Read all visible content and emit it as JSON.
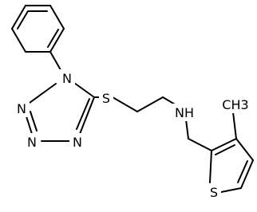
{
  "atom_labels": {
    "n1": "N",
    "n2": "N",
    "n3": "N",
    "n4": "N",
    "s_thioether": "S",
    "nh": "NH",
    "s_thiophene": "S",
    "methyl": "CH3"
  },
  "colors": {
    "bond": "#000000",
    "background": "#ffffff"
  }
}
